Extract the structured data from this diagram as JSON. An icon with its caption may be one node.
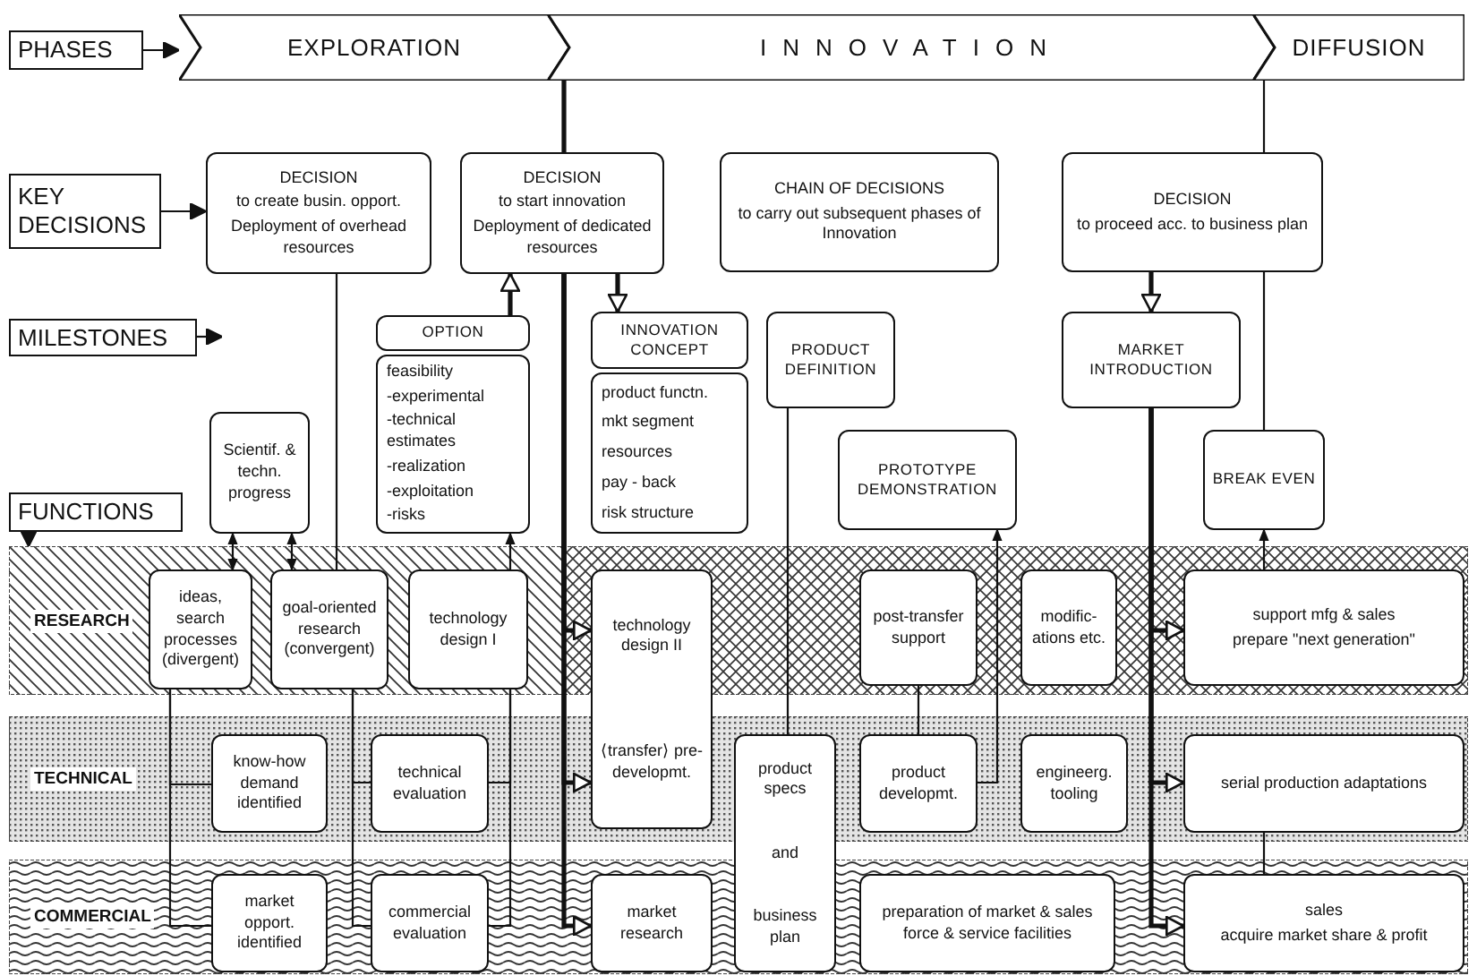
{
  "diagram": {
    "nodes": [
      {
        "text": [
          "PHASES"
        ]
      },
      {
        "text": [
          "EXPLORATION"
        ]
      },
      {
        "text": [
          "INNOVATION"
        ]
      },
      {
        "text": [
          "DIFFUSION"
        ]
      },
      {
        "text": [
          "KEY DECISIONS"
        ]
      },
      {
        "text": [
          "DECISION",
          "to create busin. opport.",
          "Deployment of overhead resources"
        ]
      },
      {
        "text": [
          "DECISION",
          "to start innovation",
          "Deployment of dedicated resources"
        ]
      },
      {
        "text": [
          "CHAIN OF DECISIONS",
          "to carry out subsequent phases of Innovation"
        ]
      },
      {
        "text": [
          "DECISION",
          "to proceed acc. to business plan"
        ]
      },
      {
        "text": [
          "MILESTONES"
        ]
      },
      {
        "text": [
          "OPTION"
        ]
      },
      {
        "text": [
          "INNOVATION CONCEPT"
        ]
      },
      {
        "text": [
          "PRODUCT DEFINITION"
        ]
      },
      {
        "text": [
          "MARKET INTRODUCTION"
        ]
      },
      {
        "text": [
          "feasibility",
          "-experimental",
          "-technical estimates",
          "-realization",
          "-exploitation",
          "-risks"
        ]
      },
      {
        "text": [
          "product functn.",
          "mkt segment",
          "resources",
          "pay - back",
          "risk structure"
        ]
      },
      {
        "text": [
          "Scientif. & techn. progress"
        ]
      },
      {
        "text": [
          "PROTOTYPE DEMONSTRATION"
        ]
      },
      {
        "text": [
          "BREAK EVEN"
        ]
      },
      {
        "text": [
          "FUNCTIONS"
        ]
      },
      {
        "text": [
          "RESEARCH"
        ]
      },
      {
        "text": [
          "ideas, search processes (divergent)"
        ],
        "in": 20
      },
      {
        "text": [
          "goal-oriented research (convergent)"
        ],
        "in": 20
      },
      {
        "text": [
          "technology design I"
        ],
        "in": 20
      },
      {
        "text": [
          "technology design II",
          "⟨transfer⟩ pre-developmt."
        ]
      },
      {
        "text": [
          "post-transfer support"
        ],
        "in": 20
      },
      {
        "text": [
          "modific-ations etc."
        ],
        "in": 20
      },
      {
        "text": [
          "support mfg & sales",
          "prepare \"next generation\""
        ],
        "in": 20
      },
      {
        "text": [
          "TECHNICAL"
        ]
      },
      {
        "text": [
          "know-how demand identified"
        ],
        "in": 28
      },
      {
        "text": [
          "technical evaluation"
        ],
        "in": 28
      },
      {
        "text": [
          "product specs",
          "and",
          "business plan"
        ]
      },
      {
        "text": [
          "product developmt."
        ],
        "in": 28
      },
      {
        "text": [
          "engineerg. tooling"
        ],
        "in": 28
      },
      {
        "text": [
          "serial production adaptations"
        ],
        "in": 28
      },
      {
        "text": [
          "COMMERCIAL"
        ]
      },
      {
        "text": [
          "market opport. identified"
        ],
        "in": 35
      },
      {
        "text": [
          "commercial evaluation"
        ],
        "in": 35
      },
      {
        "text": [
          "market research"
        ],
        "in": 35
      },
      {
        "text": [
          "preparation of market & sales force & service facilities"
        ],
        "in": 35
      },
      {
        "text": [
          "sales",
          "acquire market share & profit"
        ],
        "in": 35
      }
    ],
    "edges": [
      {
        "from": 5,
        "to": 22,
        "arrow": "none"
      },
      {
        "from": 16,
        "to": 21,
        "arrow": "both"
      },
      {
        "from": 16,
        "to": 22,
        "arrow": "both"
      },
      {
        "from": 10,
        "to": 6,
        "arrow": "to",
        "style": "thick"
      },
      {
        "from": 23,
        "to": 14,
        "arrow": "to"
      },
      {
        "from": 6,
        "to": 11,
        "arrow": "to",
        "style": "thick"
      },
      {
        "from": 8,
        "to": 13,
        "arrow": "to",
        "style": "thick"
      },
      {
        "from": 12,
        "to": 31,
        "arrow": "none"
      },
      {
        "from": 25,
        "to": 32,
        "arrow": "none"
      },
      {
        "from": 32,
        "to": 17,
        "arrow": "to"
      },
      {
        "from": 6,
        "to": 24,
        "arrow": "to",
        "style": "thick"
      },
      {
        "from": 6,
        "to": 24,
        "arrow": "to",
        "style": "thick"
      },
      {
        "from": 6,
        "to": 38,
        "arrow": "to",
        "style": "thick"
      },
      {
        "from": 13,
        "to": 27,
        "arrow": "to",
        "style": "thick"
      },
      {
        "from": 13,
        "to": 34,
        "arrow": "to",
        "style": "thick"
      },
      {
        "from": 13,
        "to": 40,
        "arrow": "to",
        "style": "thick"
      },
      {
        "from": 3,
        "to": 8,
        "arrow": "none"
      },
      {
        "from": 27,
        "to": 18,
        "arrow": "to"
      },
      {
        "from": 34,
        "to": 40,
        "arrow": "none"
      },
      {
        "from": 21,
        "to": 29,
        "arrow": "none"
      },
      {
        "from": 21,
        "to": 36,
        "arrow": "none"
      },
      {
        "from": 22,
        "to": 30,
        "arrow": "none"
      },
      {
        "from": 22,
        "to": 37,
        "arrow": "none"
      },
      {
        "from": 23,
        "to": 30,
        "arrow": "none"
      },
      {
        "from": 23,
        "to": 37,
        "arrow": "none"
      },
      {
        "from": 2,
        "to": 6,
        "arrow": "none",
        "style": "thick"
      },
      {
        "from": 8,
        "to": 18,
        "arrow": "none"
      },
      {
        "from": 0,
        "to": 1,
        "arrow": "to"
      },
      {
        "from": 4,
        "to": 5,
        "arrow": "to"
      },
      {
        "from": 9,
        "to": null,
        "arrow": "to"
      },
      {
        "from": 19,
        "to": 20,
        "arrow": "to"
      }
    ]
  }
}
